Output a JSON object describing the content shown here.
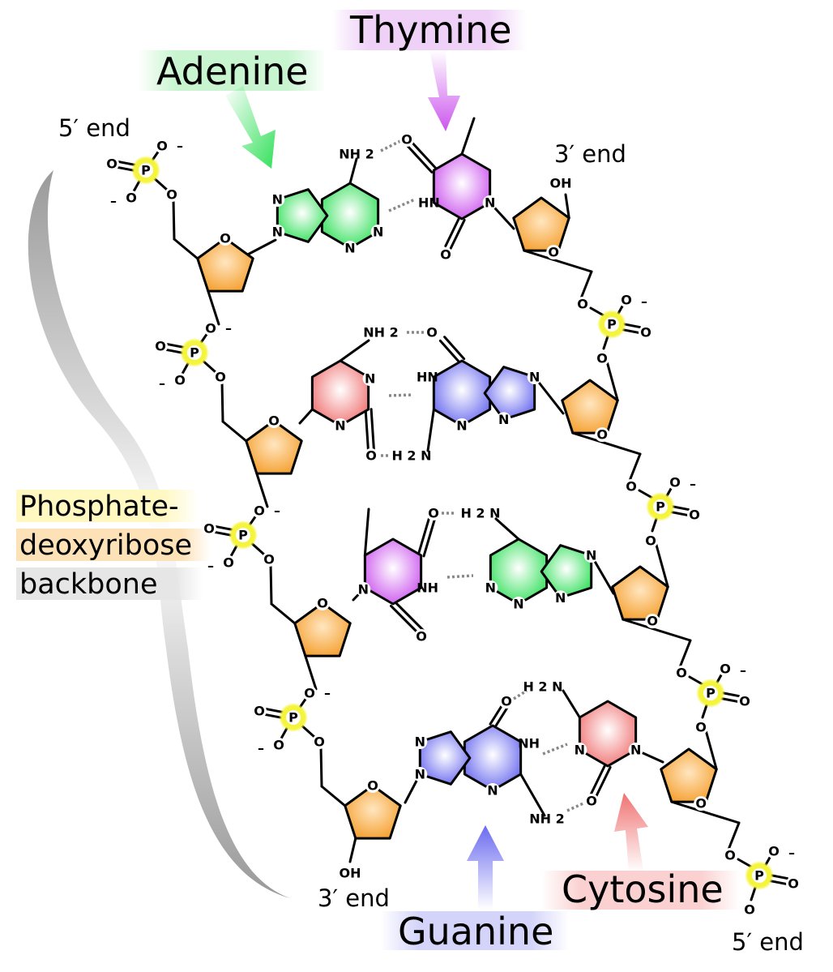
{
  "labels": {
    "thymine": "Thymine",
    "adenine": "Adenine",
    "guanine": "Guanine",
    "cytosine": "Cytosine",
    "backbone_line1": "Phosphate-",
    "backbone_line2": "deoxyribose",
    "backbone_line3": "backbone",
    "top_left_end": "5′ end",
    "top_right_end": "3′ end",
    "bottom_left_end": "3′ end",
    "bottom_right_end": "5′ end"
  },
  "atoms": {
    "O": "O",
    "N": "N",
    "P": "P",
    "minus": "–",
    "NH2": "NH 2",
    "H2N": "H 2 N",
    "HN": "HN",
    "NH": "NH",
    "OH": "OH"
  },
  "colors": {
    "adenine": "#33e05a",
    "thymine": "#cc55ee",
    "guanine": "#6a6af0",
    "cytosine": "#f07272",
    "sugar": "#f5a635",
    "phosphate": "#f2f230",
    "backbone": "#999999"
  }
}
